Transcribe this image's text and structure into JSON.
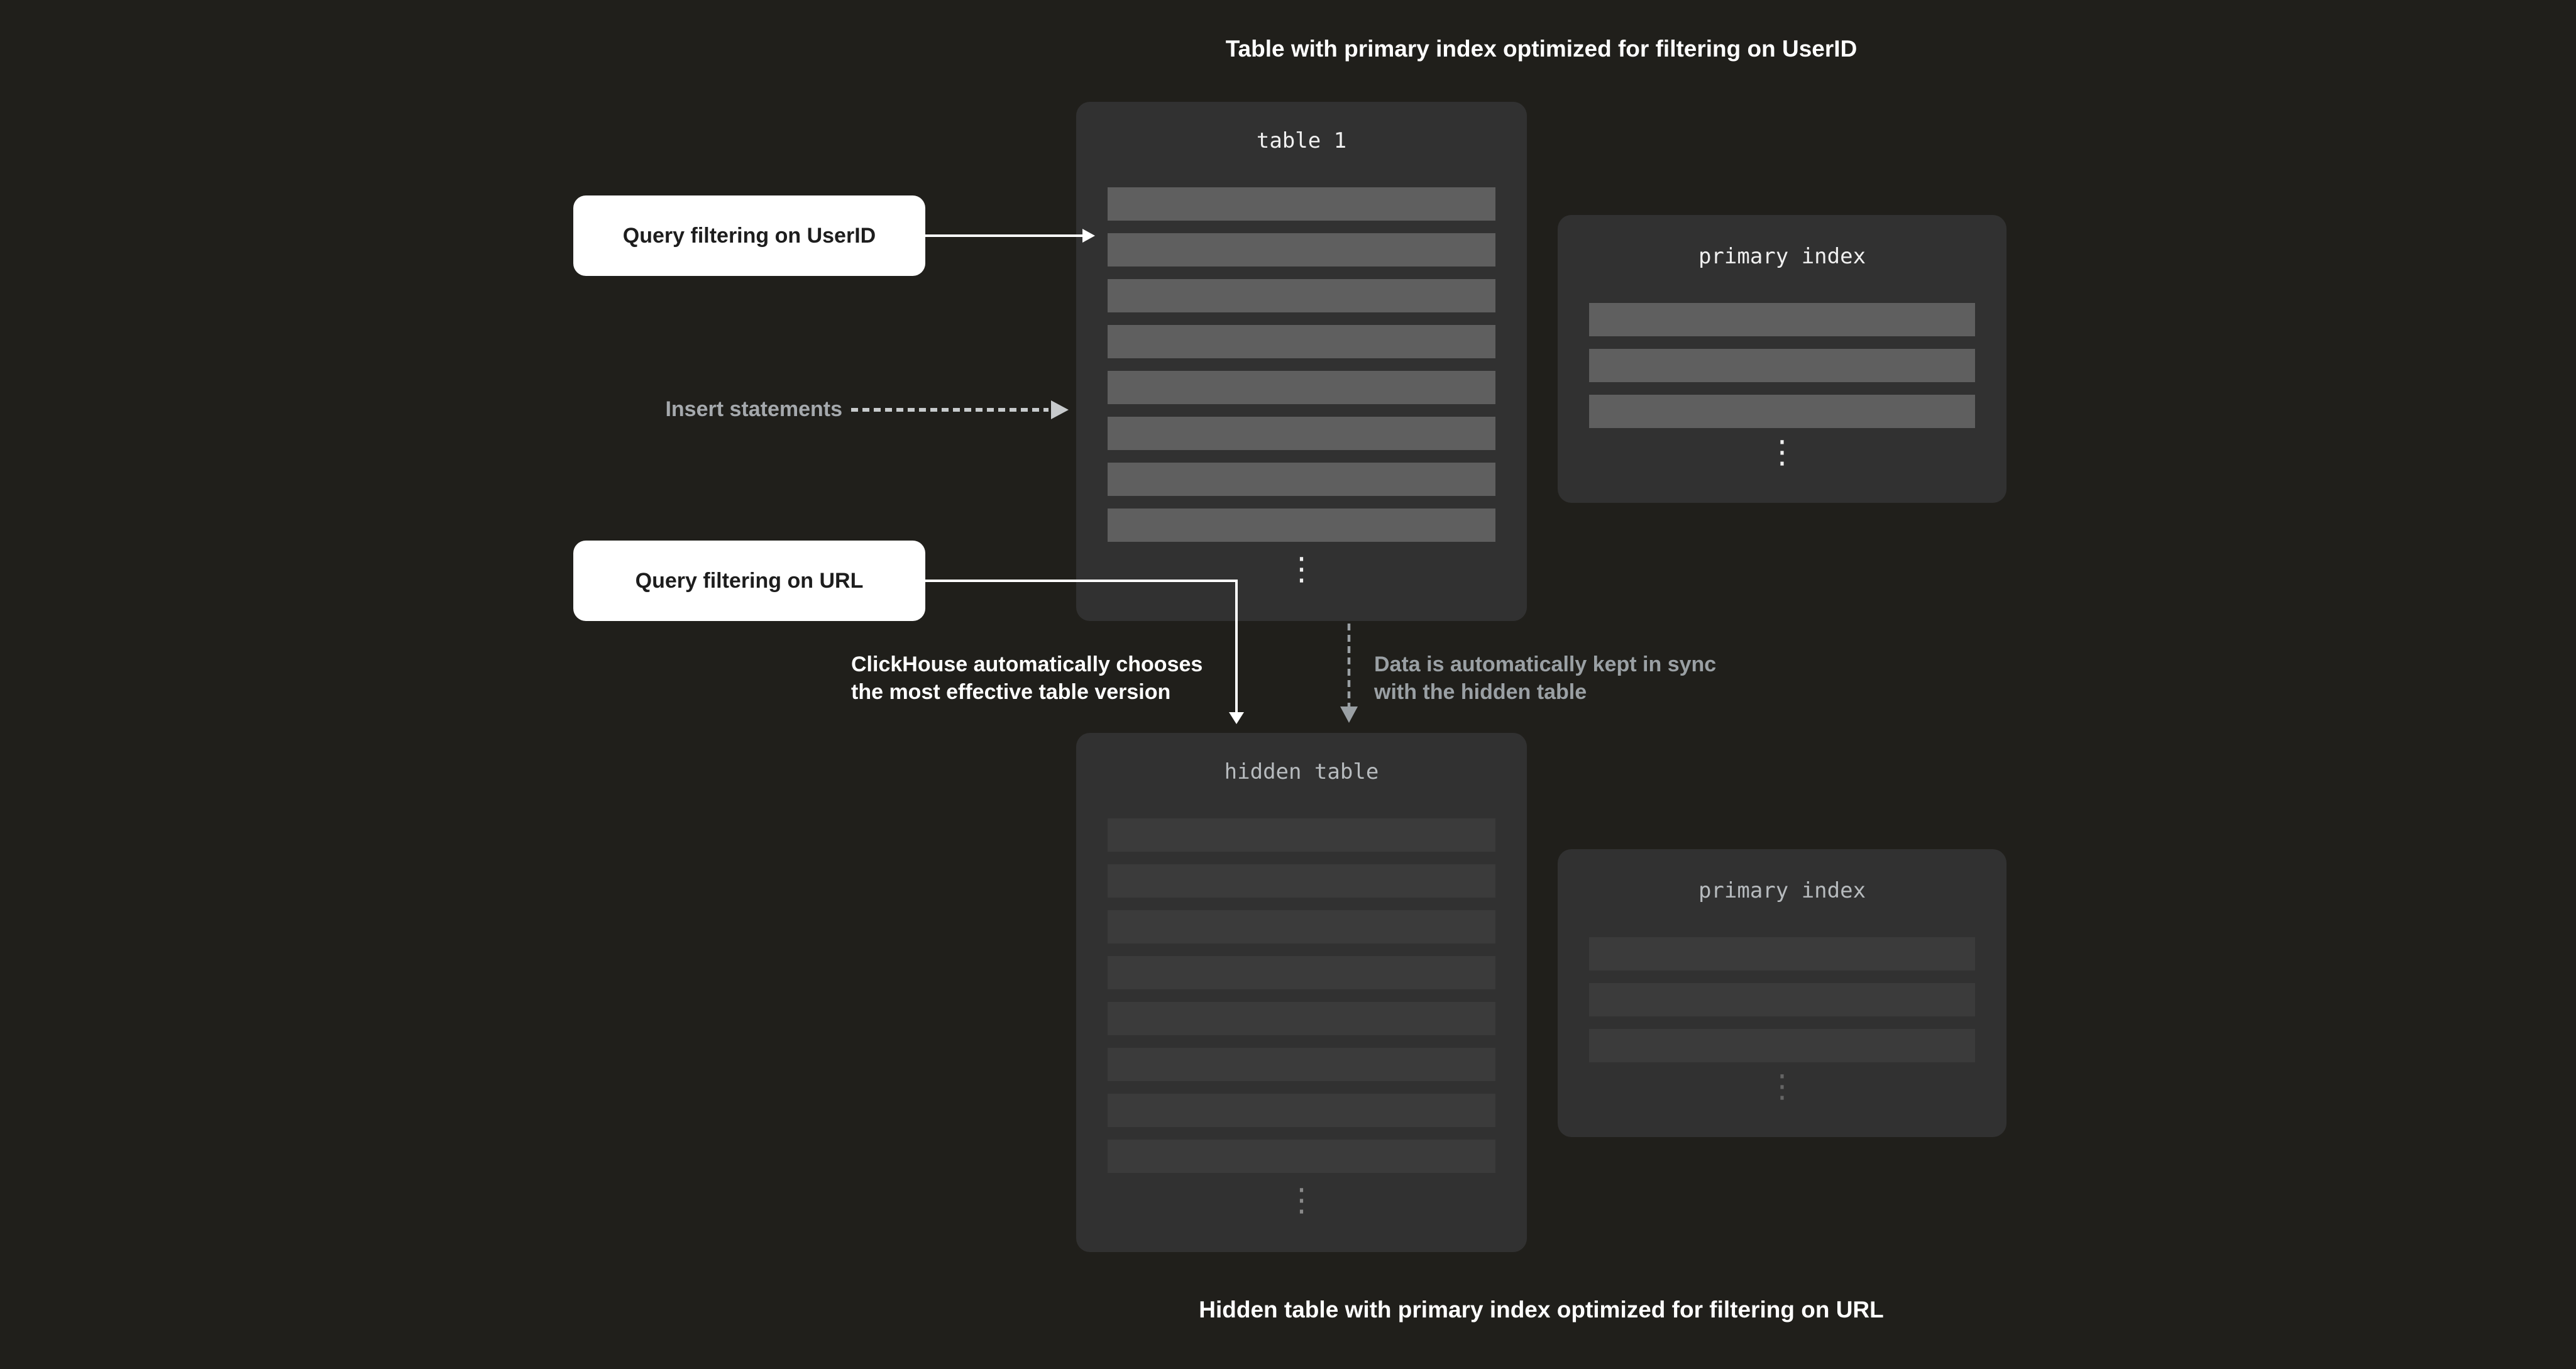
{
  "colors": {
    "background": "#201f1b",
    "panel": "#313131",
    "row_bright": "#5f5f5f",
    "row_dim": "#3b3b3b",
    "white_text": "#ffffff",
    "gray_text": "#9aa0a4",
    "insert_dash": "#c7cacc",
    "label_box_bg": "#ffffff",
    "label_box_text": "#1d1d1d"
  },
  "captions": {
    "top": "Table with primary index optimized for filtering on UserID",
    "bottom": "Hidden table with primary index optimized for filtering on URL"
  },
  "query_labels": {
    "userid": "Query filtering on UserID",
    "url": "Query filtering on URL"
  },
  "annotations": {
    "insert": "Insert statements",
    "chooses_line1": "ClickHouse automatically chooses",
    "chooses_line2": "the most effective table version",
    "sync_line1": "Data is automatically kept in sync",
    "sync_line2": "with the hidden table"
  },
  "panels": {
    "table1": {
      "title": "table 1",
      "row_count": 8,
      "ellipsis": "⋮"
    },
    "primary_index_top": {
      "title": "primary index",
      "row_count": 3,
      "ellipsis": "⋮"
    },
    "hidden_table": {
      "title": "hidden table",
      "row_count": 8,
      "ellipsis": "⋮"
    },
    "primary_index_bottom": {
      "title": "primary index",
      "row_count": 3,
      "ellipsis": "⋮"
    }
  }
}
